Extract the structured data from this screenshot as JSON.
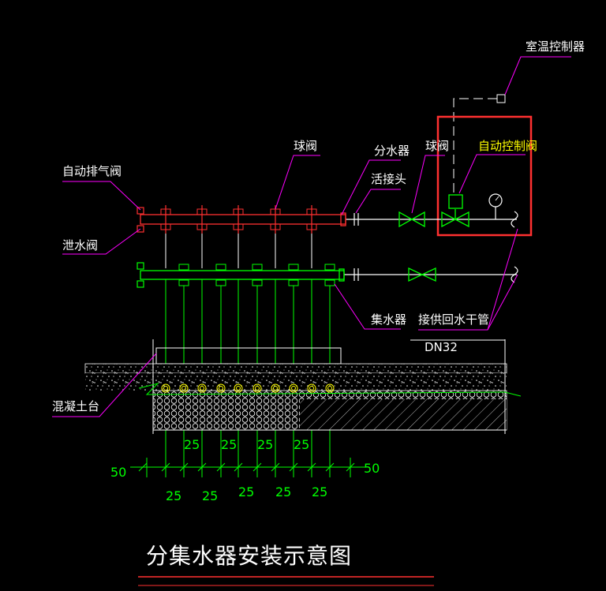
{
  "labels": {
    "room_temp_controller": "室温控制器",
    "auto_control_valve": "自动控制阀",
    "ball_valve_upper": "球阀",
    "ball_valve_right": "球阀",
    "distributor": "分水器",
    "union": "活接头",
    "auto_air_vent": "自动排气阀",
    "drain_valve": "泄水阀",
    "collector": "集水器",
    "supply_return_main": "接供回水干管",
    "pipe_size": "DN32",
    "concrete_base": "混凝土台"
  },
  "dimensions": {
    "left_edge": "50",
    "right_edge": "50",
    "upper_spacings": [
      "25",
      "25",
      "25",
      "25"
    ],
    "lower_spacings": [
      "25",
      "25",
      "25",
      "25",
      "25"
    ]
  },
  "title": "分集水器安装示意图",
  "colors": {
    "background": "#000000",
    "distributor": "#ff3030",
    "collector": "#00ff00",
    "pipe": "#ffffff",
    "leader": "#ff00ff",
    "dimension": "#00ff00",
    "highlight_box": "#ff3030",
    "control_valve_label": "#ffff00",
    "valve": "#00ff00"
  }
}
